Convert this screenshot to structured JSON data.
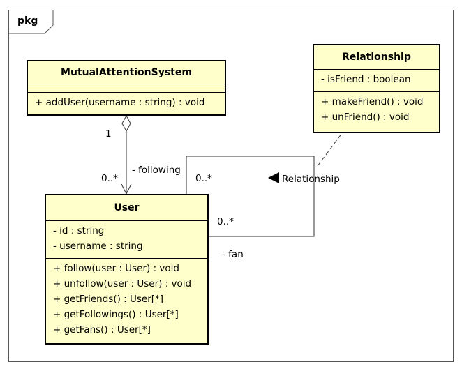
{
  "package": {
    "label": "pkg"
  },
  "classes": {
    "mutual": {
      "name": "MutualAttentionSystem",
      "attributes": [],
      "operations": [
        "+ addUser(username : string) : void"
      ]
    },
    "relationship": {
      "name": "Relationship",
      "attributes": [
        "- isFriend : boolean"
      ],
      "operations": [
        "+ makeFriend() : void",
        "+ unFriend() : void"
      ]
    },
    "user": {
      "name": "User",
      "attributes": [
        "- id : string",
        "- username : string"
      ],
      "operations": [
        "+ follow(user : User) : void",
        "+ unfollow(user : User) : void",
        "+ getFriends() : User[*]",
        "+ getFollowings() : User[*]",
        "+ getFans() : User[*]"
      ]
    }
  },
  "associations": {
    "aggregation": {
      "source_multiplicity": "1",
      "target_multiplicity": "0..*",
      "target_role": "- following"
    },
    "self": {
      "multiplicity_top": "0..*",
      "multiplicity_bottom": "0..*",
      "role_bottom": "- fan",
      "name": "Relationship"
    }
  }
}
